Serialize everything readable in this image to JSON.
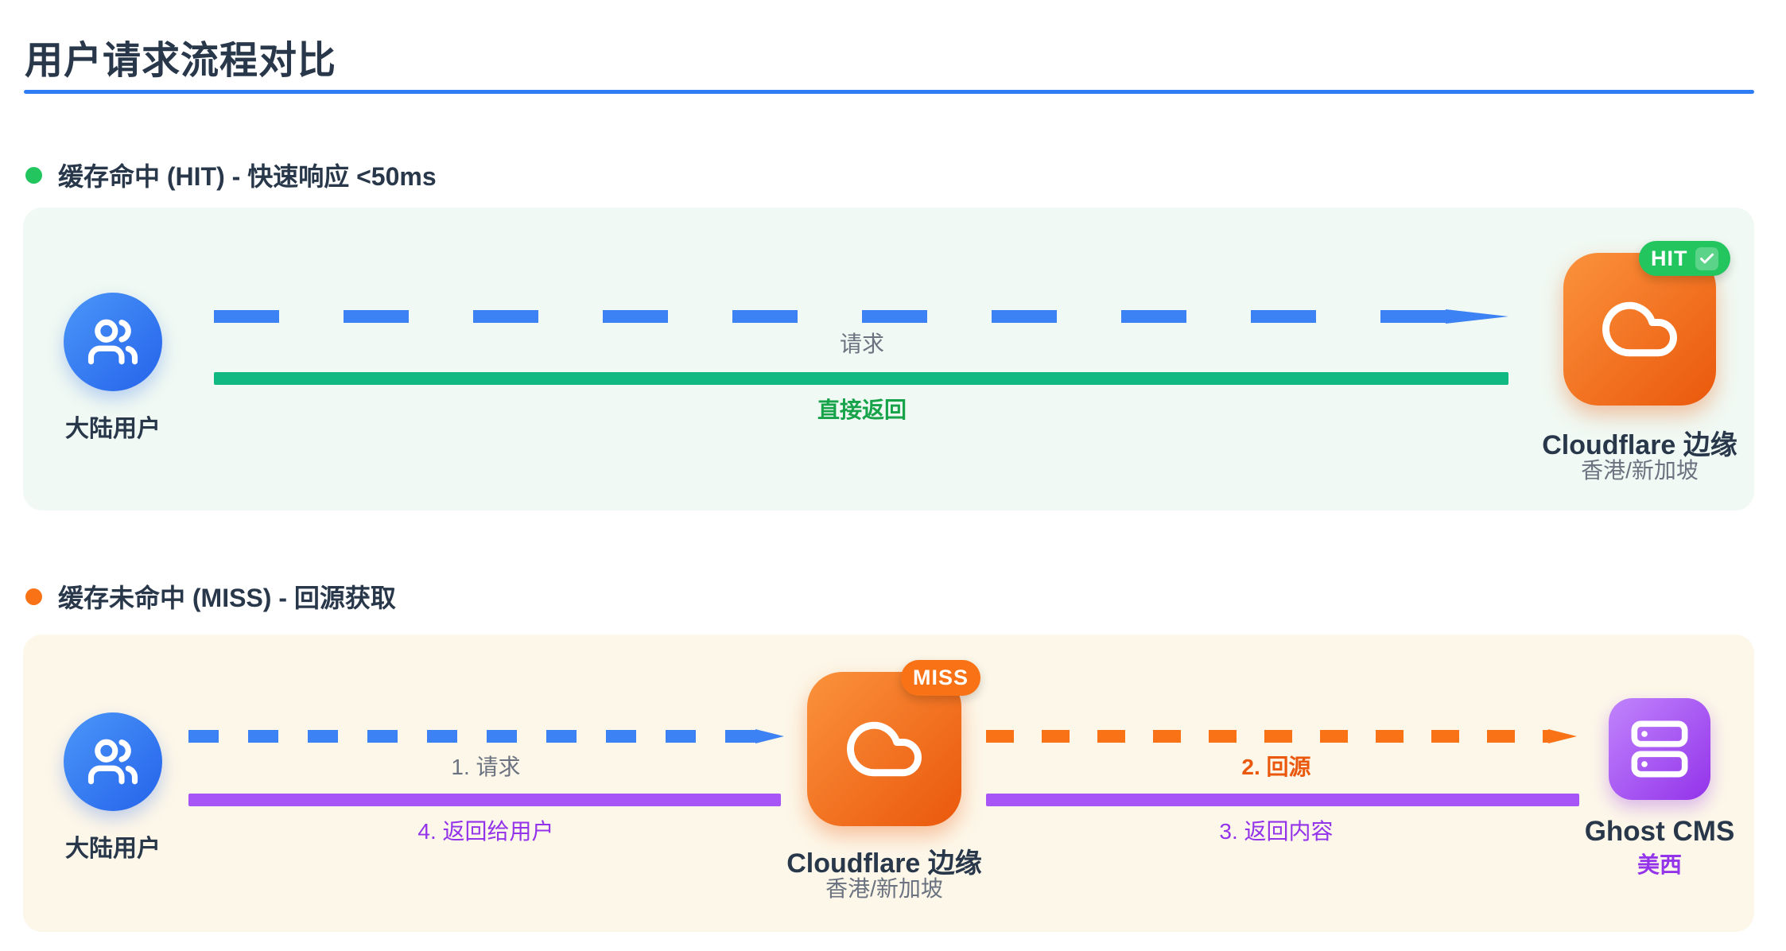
{
  "page": {
    "title": "用户请求流程对比"
  },
  "colors": {
    "accent_blue": "#2e7df6",
    "dash_blue": "#3d82f4",
    "green_line": "#10b981",
    "green_text": "#16a34a",
    "dot_green": "#22c55e",
    "badge_hit_bg": "#22c55e",
    "orange": "#f97316",
    "orange_text": "#ea580c",
    "dot_orange": "#f97316",
    "purple_line": "#a855f7",
    "purple_text": "#9333ea",
    "navy": "#28374a",
    "gray": "#6b7280",
    "hit_panel_bg": "#f0f9f3",
    "miss_panel_bg": "#fdf7e9"
  },
  "icons": {
    "user": "users-icon",
    "edge": "cloud-icon",
    "origin": "server-icon",
    "hit_check": "check-icon"
  },
  "hit_section": {
    "header": "缓存命中 (HIT) - 快速响应 <50ms",
    "user_label": "大陆用户",
    "request_label": "请求",
    "return_label": "直接返回",
    "badge": "HIT",
    "edge_title": "Cloudflare 边缘",
    "edge_subtitle": "香港/新加坡"
  },
  "miss_section": {
    "header": "缓存未命中 (MISS) - 回源获取",
    "user_label": "大陆用户",
    "step1_label": "1. 请求",
    "step4_label": "4. 返回给用户",
    "badge": "MISS",
    "edge_title": "Cloudflare 边缘",
    "edge_subtitle": "香港/新加坡",
    "step2_label": "2. 回源",
    "step3_label": "3. 返回内容",
    "origin_title": "Ghost CMS",
    "origin_subtitle": "美西"
  }
}
